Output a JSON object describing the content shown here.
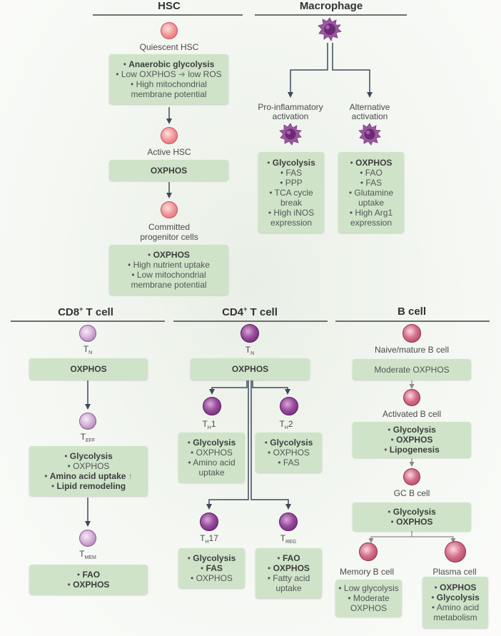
{
  "hsc": {
    "title": "HSC",
    "quiescent_label": "Quiescent HSC",
    "quiescent_box": [
      "Anaerobic glycolysis",
      "Low OXPHOS",
      "low ROS",
      "High mitochondrial",
      "membrane potential"
    ],
    "active_label": "Active HSC",
    "active_box": "OXPHOS",
    "committed_label_1": "Committed",
    "committed_label_2": "progenitor cells",
    "committed_box": [
      "OXPHOS",
      "High nutrient uptake",
      "Low mitochondrial",
      "membrane potential"
    ]
  },
  "macrophage": {
    "title": "Macrophage",
    "pro_label_1": "Pro-inflammatory",
    "pro_label_2": "activation",
    "alt_label_1": "Alternative",
    "alt_label_2": "activation",
    "pro_box": [
      "Glycolysis",
      "FAS",
      "PPP",
      "TCA cycle",
      "break",
      "High iNOS",
      "expression"
    ],
    "alt_box": [
      "OXPHOS",
      "FAO",
      "FAS",
      "Glutamine",
      "uptake",
      "High Arg1",
      "expression"
    ]
  },
  "cd8": {
    "title_main": "CD8",
    "title_sup": "+",
    "title_rest": " T cell",
    "tn_main": "T",
    "tn_sub": "N",
    "tn_box": "OXPHOS",
    "teff_main": "T",
    "teff_sub": "EFF",
    "teff_box": [
      "Glycolysis",
      "OXPHOS",
      "Amino acid uptake",
      "Lipid remodeling"
    ],
    "tmem_main": "T",
    "tmem_sub": "MEM",
    "tmem_box": [
      "FAO",
      "OXPHOS"
    ]
  },
  "cd4": {
    "title_main": "CD4",
    "title_sup": "+",
    "title_rest": " T cell",
    "tn_main": "T",
    "tn_sub": "N",
    "tn_box": "OXPHOS",
    "th1_main": "T",
    "th1_sub": "H",
    "th1_num": "1",
    "th1_box": [
      "Glycolysis",
      "OXPHOS",
      "Amino acid",
      "uptake"
    ],
    "th2_main": "T",
    "th2_sub": "H",
    "th2_num": "2",
    "th2_box": [
      "Glycolysis",
      "OXPHOS",
      "FAS"
    ],
    "th17_main": "T",
    "th17_sub": "H",
    "th17_num": "17",
    "th17_box": [
      "Glycolysis",
      "FAS",
      "OXPHOS"
    ],
    "treg_main": "T",
    "treg_sub": "REG",
    "treg_box": [
      "FAO",
      "OXPHOS",
      "Fatty acid",
      "uptake"
    ]
  },
  "bcell": {
    "title": "B cell",
    "naive_label": "Naive/mature B cell",
    "naive_box": "Moderate OXPHOS",
    "activated_label": "Activated B cell",
    "activated_box": [
      "Glycolysis",
      "OXPHOS",
      "Lipogenesis"
    ],
    "gc_label": "GC B cell",
    "gc_box": [
      "Glycolysis",
      "OXPHOS"
    ],
    "memory_label": "Memory B cell",
    "memory_box": [
      "Low glycolysis",
      "Moderate",
      "OXPHOS"
    ],
    "plasma_label": "Plasma cell",
    "plasma_box": [
      "OXPHOS",
      "Glycolysis",
      "Amino acid",
      "metabolism"
    ]
  },
  "colors": {
    "box_fill": "#cfe3c9",
    "arrow": "#3f4a5a",
    "rule": "#6e6e6e"
  }
}
